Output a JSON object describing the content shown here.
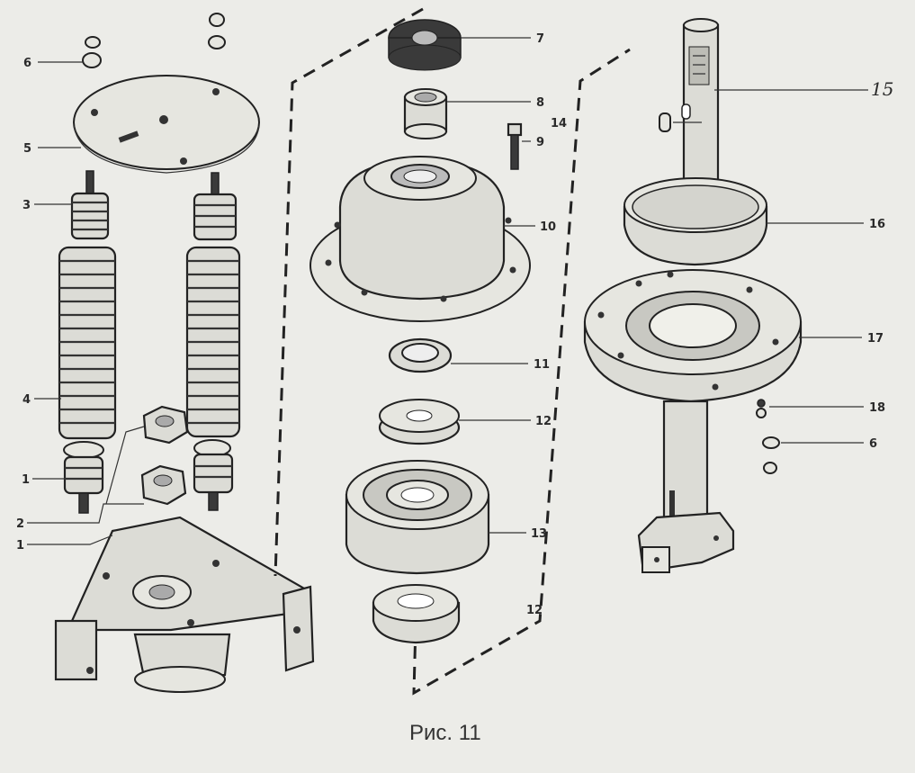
{
  "figure": {
    "caption": "Рис. 11",
    "callouts": [
      {
        "id": "c6a",
        "text": "6"
      },
      {
        "id": "c5",
        "text": "5"
      },
      {
        "id": "c3",
        "text": "3"
      },
      {
        "id": "c4",
        "text": "4"
      },
      {
        "id": "c1a",
        "text": "1"
      },
      {
        "id": "c2",
        "text": "2"
      },
      {
        "id": "c1b",
        "text": "1"
      },
      {
        "id": "c7",
        "text": "7"
      },
      {
        "id": "c8",
        "text": "8"
      },
      {
        "id": "c9",
        "text": "9"
      },
      {
        "id": "c10",
        "text": "10"
      },
      {
        "id": "c11",
        "text": "11"
      },
      {
        "id": "c12a",
        "text": "12"
      },
      {
        "id": "c13",
        "text": "13"
      },
      {
        "id": "c12b",
        "text": "12"
      },
      {
        "id": "c14",
        "text": "14"
      },
      {
        "id": "c15",
        "text": "15"
      },
      {
        "id": "c16",
        "text": "16"
      },
      {
        "id": "c17",
        "text": "17"
      },
      {
        "id": "c18",
        "text": "18"
      },
      {
        "id": "c6b",
        "text": "6"
      }
    ]
  }
}
